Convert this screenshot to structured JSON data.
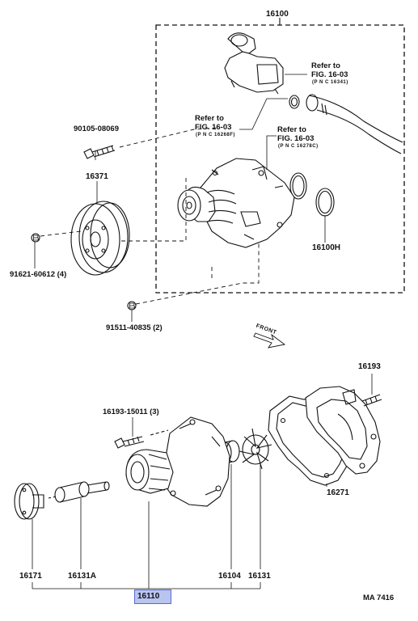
{
  "parts": {
    "p16100": "16100",
    "p16100h": "16100H",
    "p16371": "16371",
    "p90105": "90105-08069",
    "p91621": "91621-60612 (4)",
    "p91511": "91511-40835 (2)",
    "p16193": "16193",
    "p16193_15011": "16193-15011 (3)",
    "p16271": "16271",
    "p16171": "16171",
    "p16131a": "16131A",
    "p16110": "16110",
    "p16104": "16104",
    "p16131": "16131"
  },
  "refs": {
    "r1": {
      "line1": "Refer to",
      "line2": "FIG. 16-03",
      "pnc": "(P N C  16341)"
    },
    "r2": {
      "line1": "Refer to",
      "line2": "FIG. 16-03",
      "pnc": "(P N C  16268F)"
    },
    "r3": {
      "line1": "Refer to",
      "line2": "FIG. 16-03",
      "pnc": "(P N C  16278C)"
    }
  },
  "front_label": "FRONT",
  "figure_code": "MA  7416",
  "colors": {
    "highlight": "#b9c4f0",
    "ink": "#111111"
  }
}
